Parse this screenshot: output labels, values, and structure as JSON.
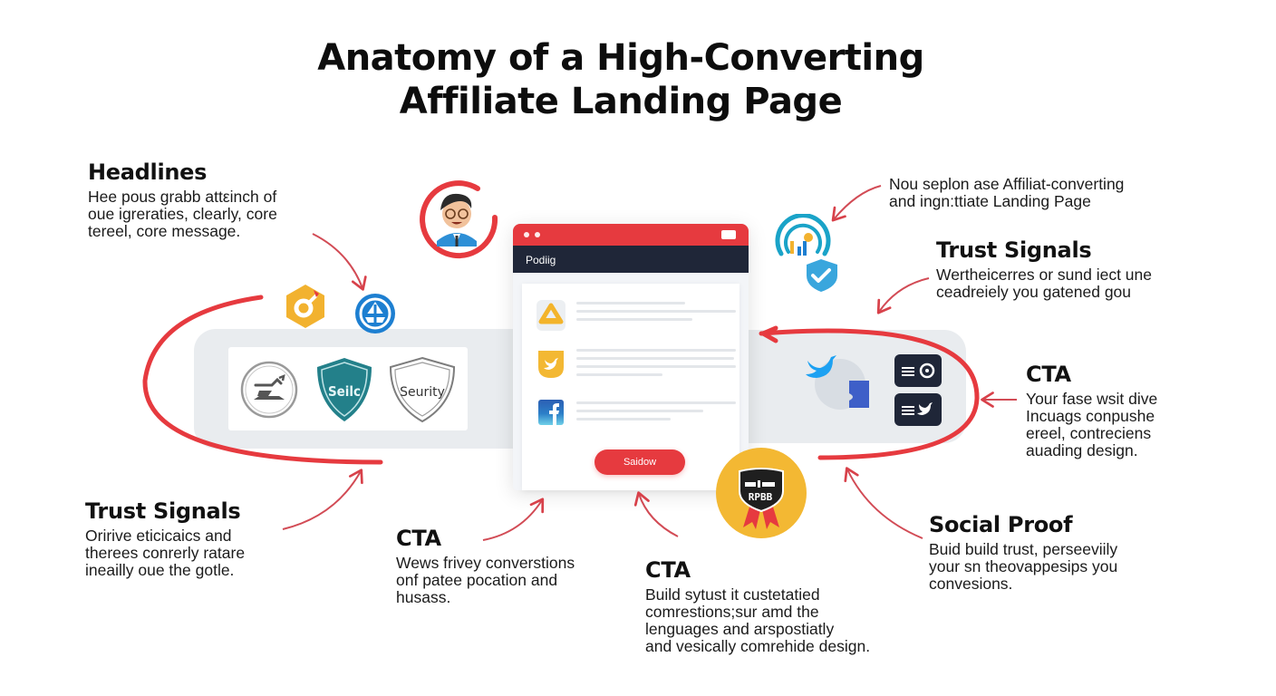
{
  "title": {
    "line1": "Anatomy of a High-Converting",
    "line2": "Affiliate Landing Page"
  },
  "callouts": {
    "headlines": {
      "heading": "Headlines",
      "body": "Hee pous grabb attεinch of\noue igreraties, clearly, core\ntereel, core message."
    },
    "top_right_note": {
      "heading": "",
      "body": "Nou seplon ase Affiliat-converting\nand ingn:ttiate Landing Page"
    },
    "trust_signals_right": {
      "heading": "Trust Signals",
      "body": "Wertheicerres or sund iect une\nceadreiely you gatened gou"
    },
    "cta_right": {
      "heading": "CTA",
      "body": "Your fase wsit dive\nIncuags conpushe\nereel, contreciens\nauading design."
    },
    "trust_signals_left": {
      "heading": "Trust Signals",
      "body": "Oririve eticicaics and\ntherees conrerly ratare\nineailly oue the gotle."
    },
    "cta_bottom_left": {
      "heading": "CTA",
      "body": "Wews frivey converstions\nonf patee pocation and\nhusass."
    },
    "cta_bottom_center": {
      "heading": "CTA",
      "body": "Build sytust it custetatied\ncomrestions;sur amd the\nlenguages and arspostiatly\nand vesically comrehide design."
    },
    "social_proof": {
      "heading": "Social Proof",
      "body": "Buid build trust, perseeviily\nyour sn theovappesips you\nconvesions."
    }
  },
  "browser_mockup": {
    "nav_title": "Podiig",
    "cta_button_label": "Saidow",
    "rows": [
      {
        "icon": "google-ads-icon"
      },
      {
        "icon": "twitter-shield-icon"
      },
      {
        "icon": "facebook-icon"
      }
    ]
  },
  "trust_badges": [
    {
      "icon": "handshake-seal-icon",
      "label": ""
    },
    {
      "icon": "shield-badge-icon",
      "label": "Seilc"
    },
    {
      "icon": "shield-outline-icon",
      "label": "Seurity"
    }
  ],
  "award_badge": {
    "label": "RPBB"
  },
  "colors": {
    "accent_red": "#e63a3f",
    "dark_navy": "#1f2638",
    "band_gray": "#e9ecef",
    "teal": "#23808a",
    "yellow": "#f3b833",
    "blue": "#1d7fd1",
    "twitter_blue": "#1da1f2"
  }
}
